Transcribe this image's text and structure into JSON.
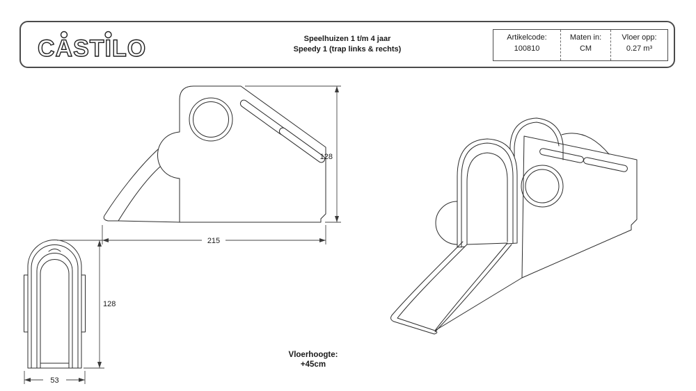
{
  "header": {
    "logo_text": "CASTILO",
    "title_line1": "Speelhuizen 1 t/m 4 jaar",
    "title_line2": "Speedy 1 (trap links & rechts)",
    "info": {
      "cells": [
        {
          "label": "Artikelcode:",
          "value": "100810"
        },
        {
          "label": "Maten in:",
          "value": "CM"
        },
        {
          "label": "Vloer opp:",
          "value": "0.27 m³"
        }
      ]
    }
  },
  "drawings": {
    "side_view": {
      "height_dim": "128",
      "width_dim": "215"
    },
    "front_view": {
      "height_dim": "128",
      "width_dim": "53"
    },
    "floor_note_line1": "Vloerhoogte:",
    "floor_note_line2": "+45cm"
  }
}
